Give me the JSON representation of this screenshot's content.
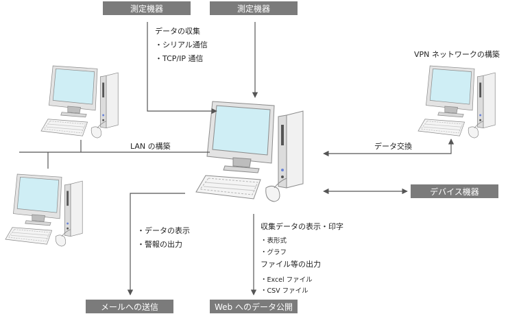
{
  "boxes": {
    "measure1": "測定機器",
    "measure2": "測定機器",
    "device": "デバイス機器",
    "mail": "メールへの送信",
    "web": "Web へのデータ公開"
  },
  "labels": {
    "collect_title": "データの収集",
    "collect_serial": "・シリアル通信",
    "collect_tcpip": "・TCP/IP 通信",
    "vpn": "VPN ネットワークの構築",
    "lan": "LAN の構築",
    "exchange": "データ交換",
    "disp_data": "・データの表示",
    "alarm": "・警報の出力",
    "collect_print": "収集データの表示・印字",
    "table_format": "・表形式",
    "graph": "・グラフ",
    "file_output": "ファイル等の出力",
    "excel": "・Excel ファイル",
    "csv": "・CSV ファイル"
  },
  "colors": {
    "box_bg": "#7b7b7b",
    "screen": "#cfeef5",
    "pc_body": "#eeeeee",
    "outline": "#8a8a8a",
    "line": "#555555"
  },
  "icons": [
    "computer-icon"
  ]
}
